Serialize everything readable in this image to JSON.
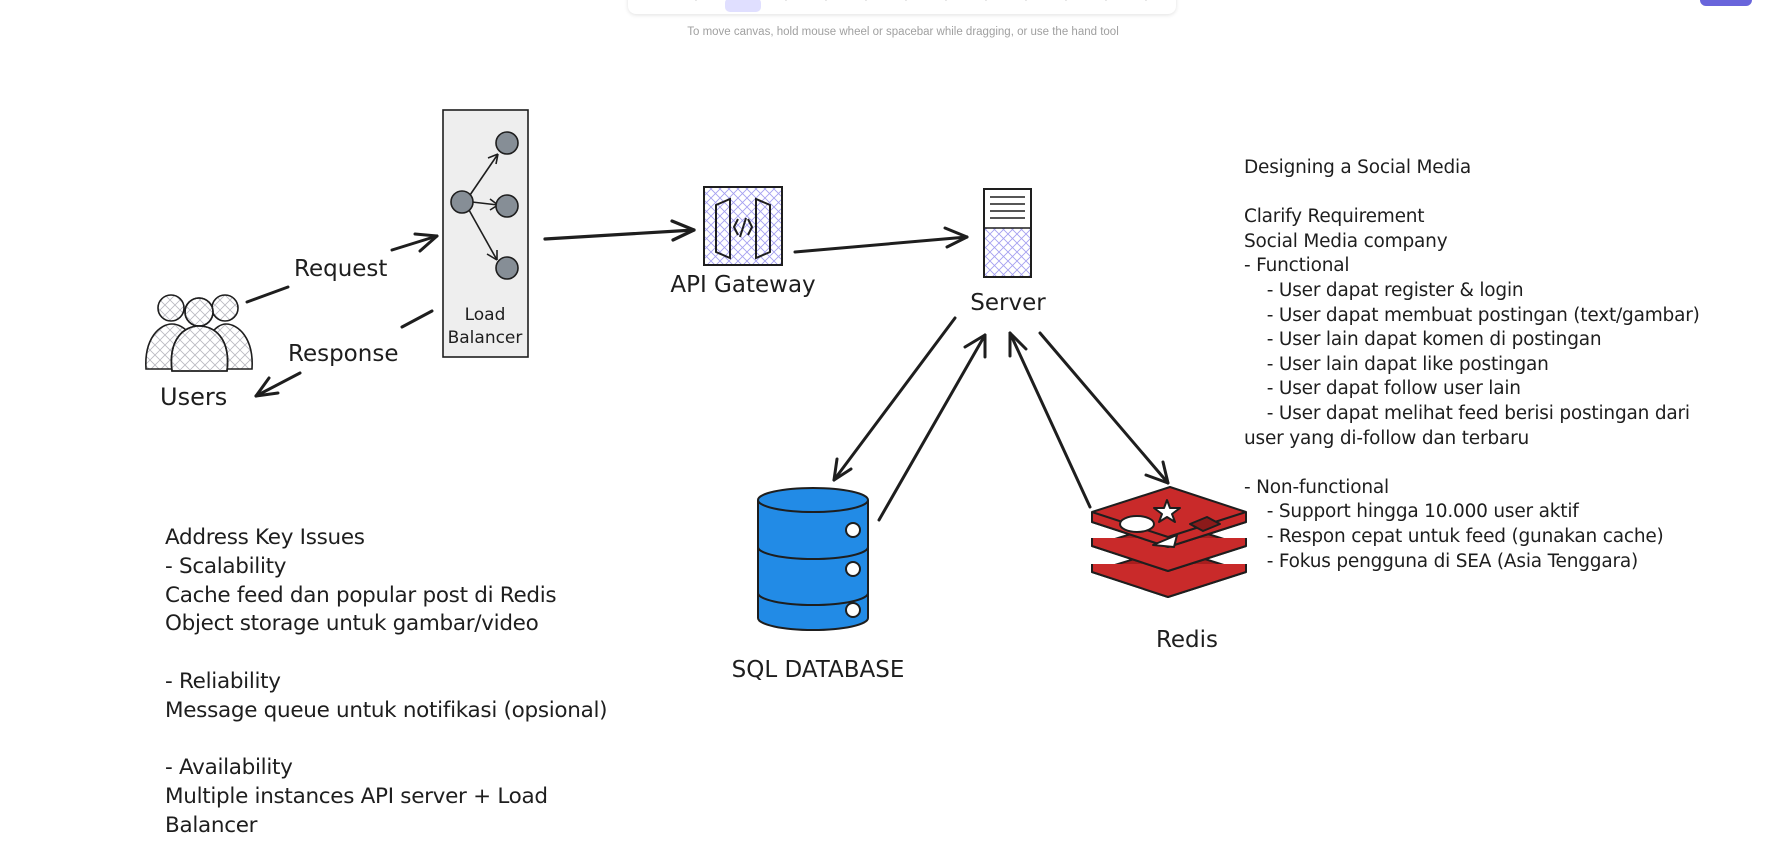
{
  "app": {
    "hint_text": "To move canvas, hold mouse wheel or spacebar while dragging, or use the hand tool",
    "accent_color": "#6965db",
    "active_tool_color": "#e0dfff"
  },
  "diagram": {
    "users_label": "Users",
    "request_label": "Request",
    "response_label": "Response",
    "load_balancer_line1": "Load",
    "load_balancer_line2": "Balancer",
    "api_gateway_label": "API Gateway",
    "server_label": "Server",
    "sql_database_label": "SQL DATABASE",
    "redis_label": "Redis",
    "colors": {
      "database_blue": "#228be6",
      "redis_red": "#c92a2a",
      "gateway_hatch": "#a5a0f0",
      "stroke": "#1e1e1e"
    }
  },
  "requirements": {
    "lines": [
      "Designing a Social Media",
      "",
      "Clarify Requirement",
      "Social Media company",
      "- Functional",
      "    - User dapat register & login",
      "    - User dapat membuat postingan (text/gambar)",
      "    - User lain dapat komen di postingan",
      "    - User lain dapat like postingan",
      "    - User dapat follow user lain",
      "    - User dapat melihat feed berisi postingan dari",
      "user yang di-follow dan terbaru",
      "",
      "- Non-functional",
      "    - Support hingga 10.000 user aktif",
      "    - Respon cepat untuk feed (gunakan cache)",
      "    - Fokus pengguna di SEA (Asia Tenggara)"
    ]
  },
  "key_issues": {
    "lines": [
      "Address Key Issues",
      "- Scalability",
      "Cache feed dan popular post di Redis",
      "Object storage untuk gambar/video",
      "",
      "- Reliability",
      "Message queue untuk notifikasi (opsional)",
      "",
      "- Availability",
      "Multiple instances API server + Load",
      "Balancer"
    ]
  }
}
